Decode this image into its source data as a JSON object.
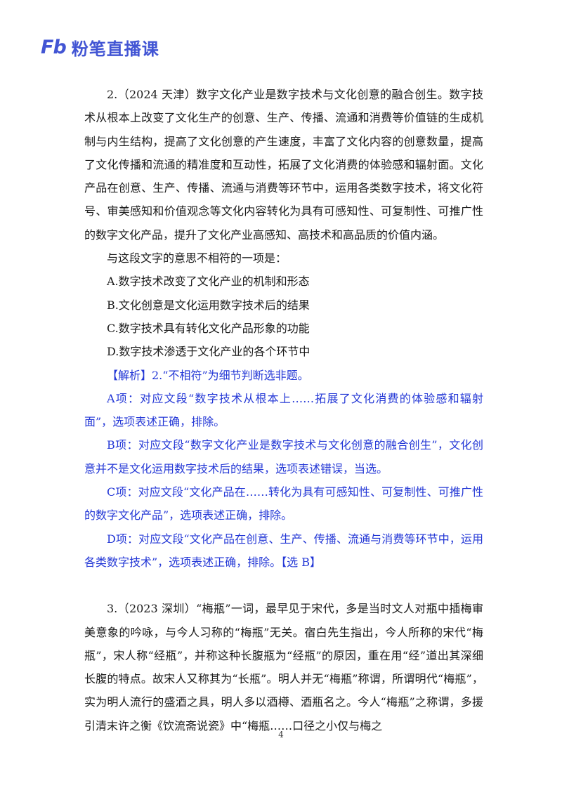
{
  "header": {
    "logo_mark": "Fb",
    "logo_text": "粉笔直播课"
  },
  "q2": {
    "stem": "2.（2024 天津）数字文化产业是数字技术与文化创意的融合创生。数字技术从根本上改变了文化生产的创意、生产、传播、流通和消费等价值链的生成机制与内生结构，提高了文化创意的产生速度，丰富了文化内容的创意数量，提高了文化传播和流通的精准度和互动性，拓展了文化消费的体验感和辐射面。文化产品在创意、生产、传播、流通与消费等环节中，运用各类数字技术，将文化符号、审美感知和价值观念等文化内容转化为具有可感知性、可复制性、可推广性的数字文化产品，提升了文化产业高感知、高技术和高品质的价值内涵。",
    "question": "与这段文字的意思不相符的一项是：",
    "options": [
      "A.数字技术改变了文化产业的机制和形态",
      "B.文化创意是文化运用数字技术后的结果",
      "C.数字技术具有转化文化产品形象的功能",
      "D.数字技术渗透于文化产业的各个环节中"
    ],
    "analysis_title": "【解析】2.“不相符”为细节判断选非题。",
    "analysis": [
      "A项：对应文段“数字技术从根本上……拓展了文化消费的体验感和辐射面”，选项表述正确，排除。",
      "B项：对应文段“数字文化产业是数字技术与文化创意的融合创生”，文化创意并不是文化运用数字技术后的结果，选项表述错误，当选。",
      "C项：对应文段“文化产品在……转化为具有可感知性、可复制性、可推广性的数字文化产品”，选项表述正确，排除。",
      "D项：对应文段“文化产品在创意、生产、传播、流通与消费等环节中，运用各类数字技术”，选项表述正确，排除。【选 B】"
    ]
  },
  "q3": {
    "stem": "3.（2023 深圳）“梅瓶”一词，最早见于宋代，多是当时文人对瓶中插梅审美意象的吟咏，与今人习称的“梅瓶”无关。宿白先生指出，今人所称的宋代“梅瓶”，宋人称“经瓶”，并称这种长腹瓶为“经瓶”的原因，重在用“经”道出其深细长腹的特点。故宋人又称其为“长瓶”。明人并无“梅瓶”称谓，所谓明代“梅瓶”，实为明人流行的盛酒之具，明人多以酒樽、酒瓶名之。今人“梅瓶”之称谓，多援引清末许之衡《饮流斋说瓷》中“梅瓶……口径之小仅与梅之"
  },
  "footer": {
    "page_number": "4"
  }
}
